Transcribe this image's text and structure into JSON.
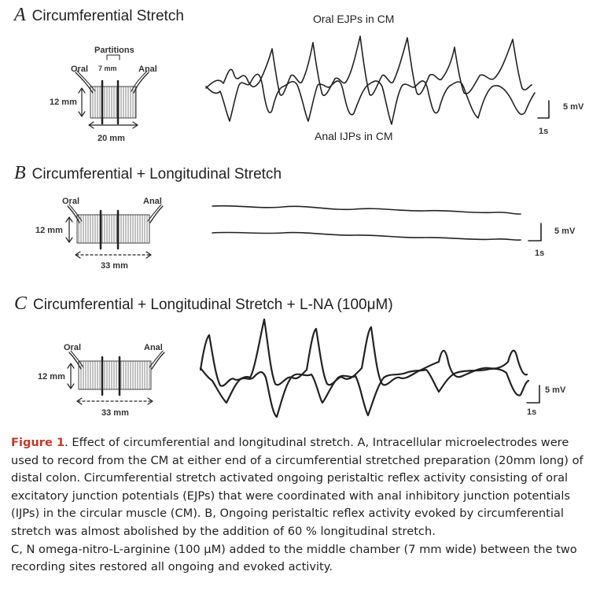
{
  "panels": [
    {
      "letter": "A",
      "title": "Circumferential Stretch",
      "oral": "Oral",
      "anal": "Anal",
      "height_label": "12 mm",
      "width_label": "20 mm",
      "partitions_label": "Partitions",
      "partition_width_label": "7 mm",
      "trace_top_label": "Oral EJPs in CM",
      "trace_bottom_label": "Anal IJPs in CM",
      "scale_v": "5 mV",
      "scale_t": "1s"
    },
    {
      "letter": "B",
      "title": "Circumferential + Longitudinal Stretch",
      "oral": "Oral",
      "anal": "Anal",
      "height_label": "12 mm",
      "width_label": "33 mm",
      "scale_v": "5 mV",
      "scale_t": "1s"
    },
    {
      "letter": "C",
      "title": "Circumferential + Longitudinal Stretch + L-NA (100μM)",
      "oral": "Oral",
      "anal": "Anal",
      "height_label": "12 mm",
      "width_label": "33 mm",
      "scale_v": "5 mV",
      "scale_t": "1s"
    }
  ],
  "caption": {
    "figure_label": "Figure 1",
    "p1": ". Effect of circumferential and longitudinal stretch. A, Intracellular microelectrodes were used to record from the CM at either end of a circumferential stretched preparation (20mm long) of distal colon. Circumferential stretch activated ongoing peristaltic reflex activity consisting of oral excitatory junction potentials (EJPs) that were coordinated with anal inhibitory junction potentials (IJPs) in the circular muscle (CM). B, Ongoing peristaltic reflex activity evoked by circumferential stretch was almost abolished by the addition of 60 % longitudinal stretch.",
    "p2": "C,  N omega-nitro-L-arginine (100 μM) added to the middle chamber (7 mm wide) between the two recording sites restored all ongoing and evoked activity."
  }
}
